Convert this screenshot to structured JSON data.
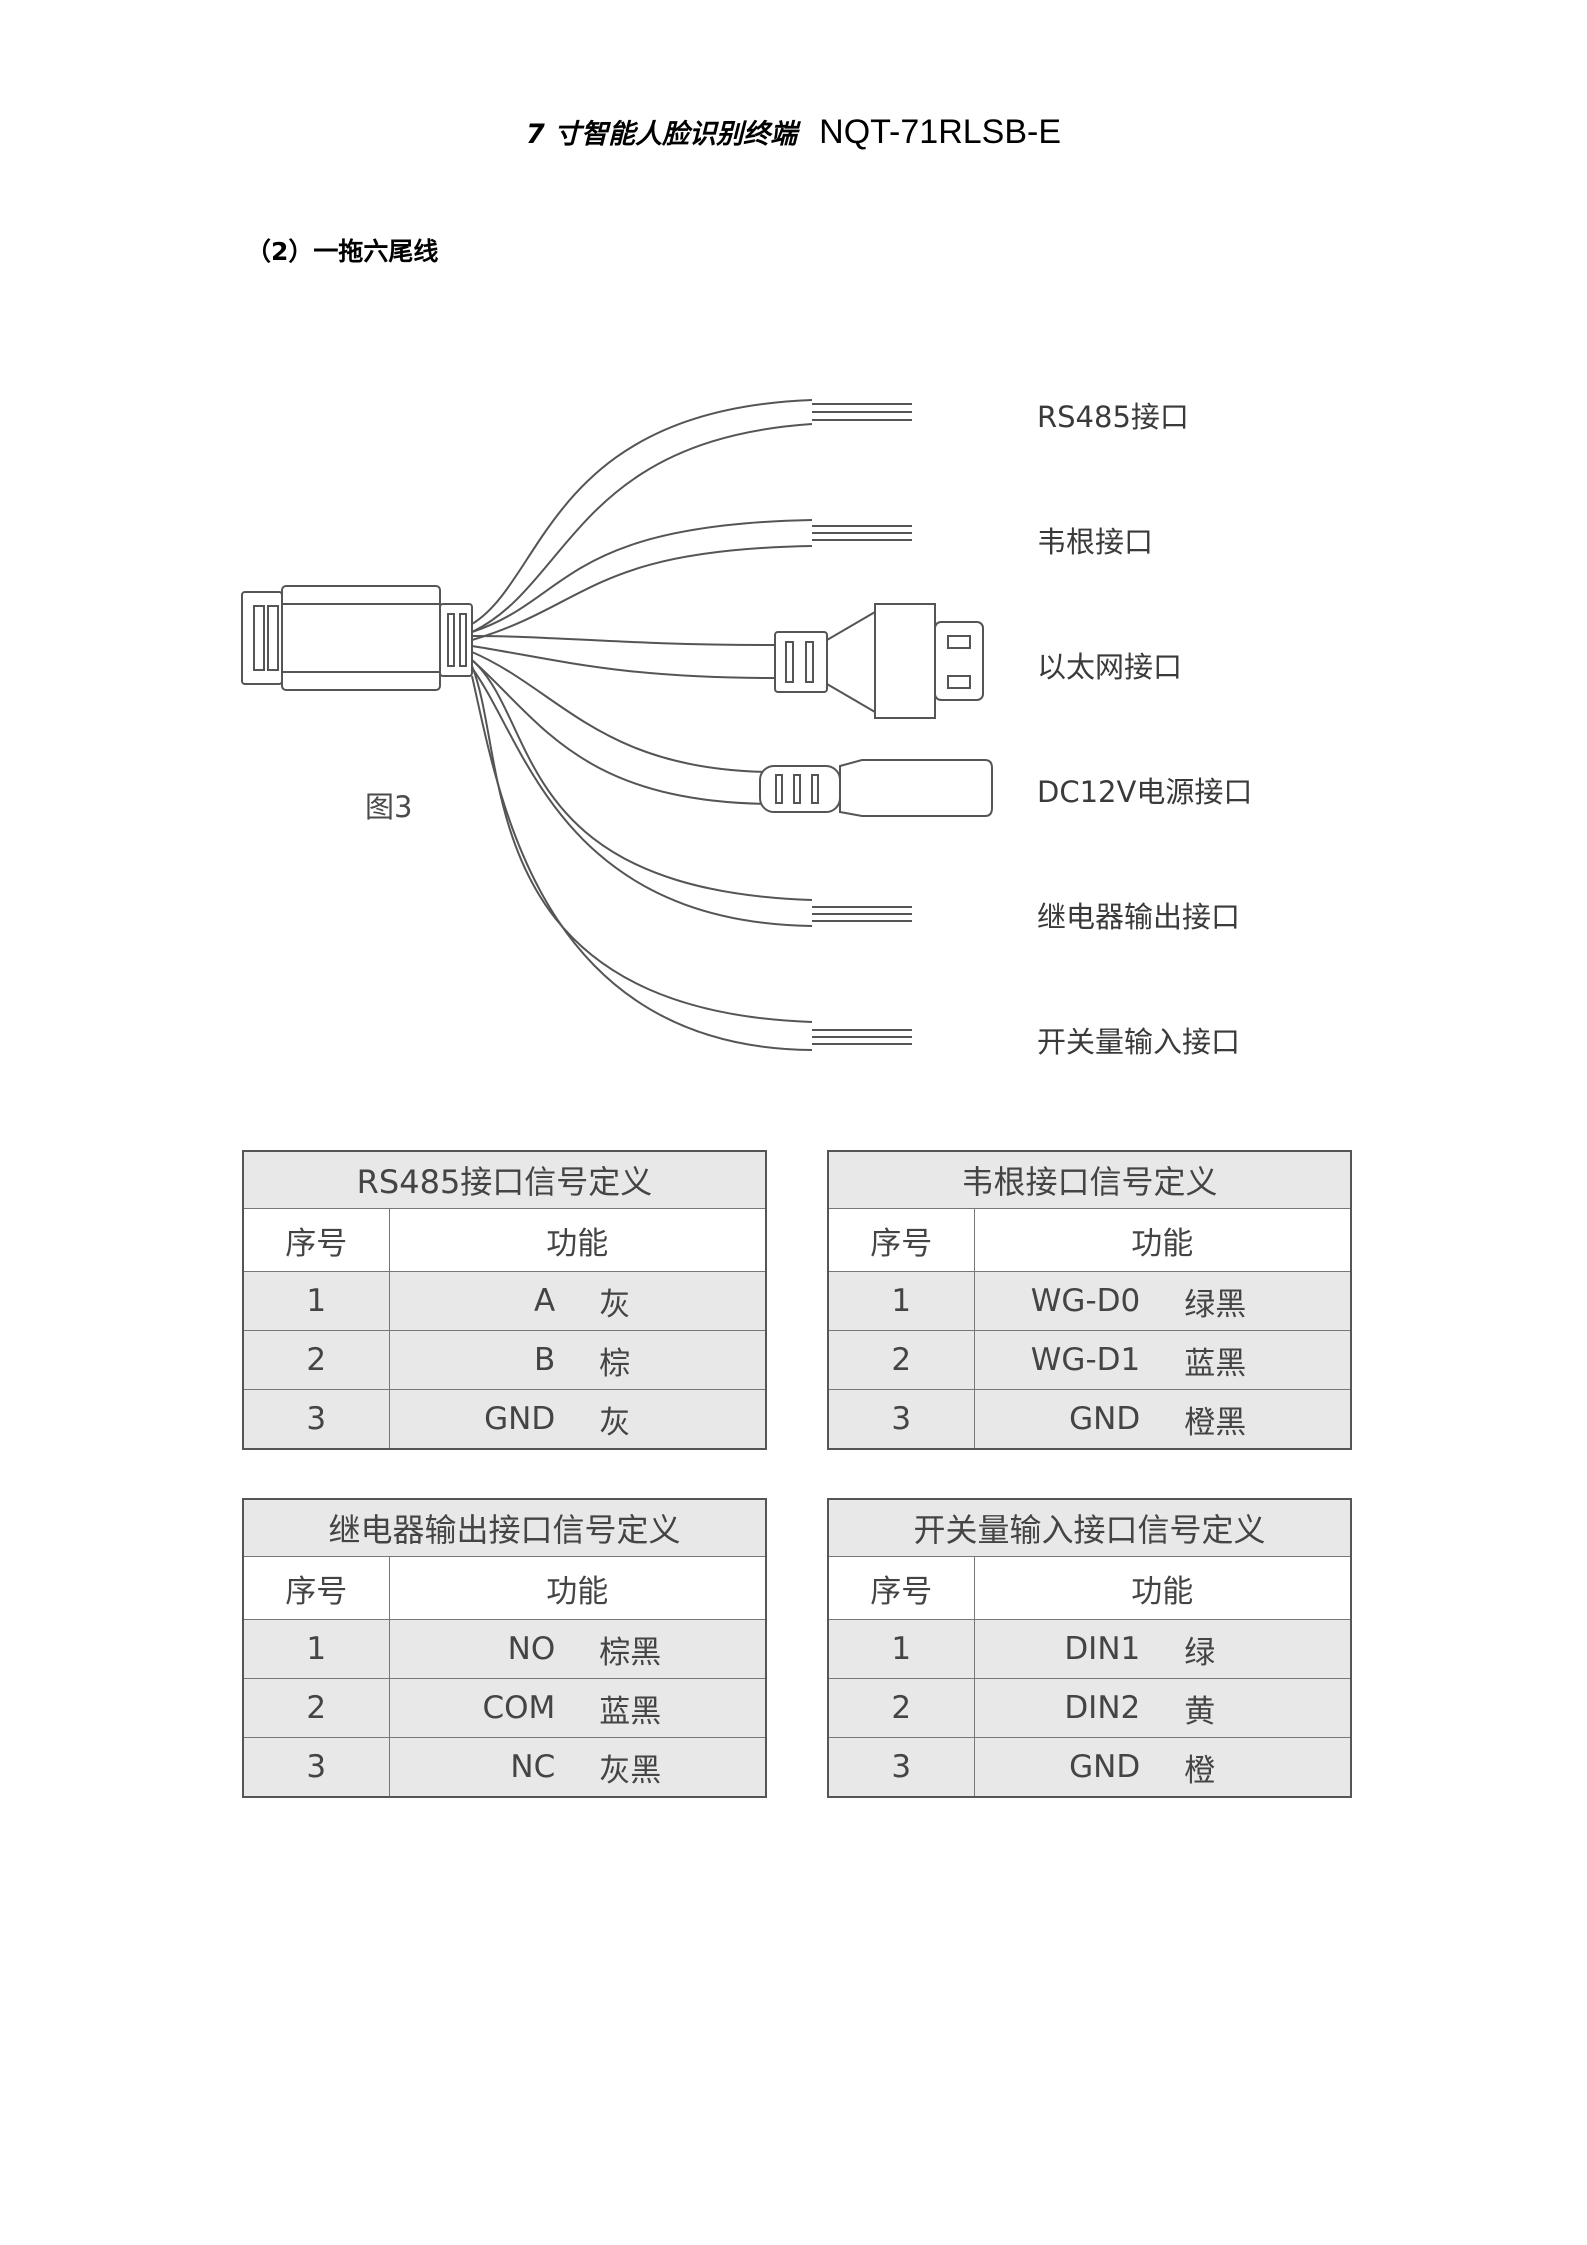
{
  "header": {
    "title_cn": "7 寸智能人脸识别终端",
    "model": "NQT-71RLSB-E"
  },
  "section": {
    "heading": "（2）一拖六尾线"
  },
  "figure": {
    "caption": "图3",
    "ports": [
      "RS485接口",
      "韦根接口",
      "以太网接口",
      "DC12V电源接口",
      "继电器输出接口",
      "开关量输入接口"
    ]
  },
  "tables": [
    {
      "title": "RS485接口信号定义",
      "col_index": "序号",
      "col_function": "功能",
      "rows": [
        {
          "no": "1",
          "code": "A",
          "color": "灰"
        },
        {
          "no": "2",
          "code": "B",
          "color": "棕"
        },
        {
          "no": "3",
          "code": "GND",
          "color": "灰"
        }
      ]
    },
    {
      "title": "韦根接口信号定义",
      "col_index": "序号",
      "col_function": "功能",
      "rows": [
        {
          "no": "1",
          "code": "WG-D0",
          "color": "绿黑"
        },
        {
          "no": "2",
          "code": "WG-D1",
          "color": "蓝黑"
        },
        {
          "no": "3",
          "code": "GND",
          "color": "橙黑"
        }
      ]
    },
    {
      "title": "继电器输出接口信号定义",
      "col_index": "序号",
      "col_function": "功能",
      "rows": [
        {
          "no": "1",
          "code": "NO",
          "color": "棕黑"
        },
        {
          "no": "2",
          "code": "COM",
          "color": "蓝黑"
        },
        {
          "no": "3",
          "code": "NC",
          "color": "灰黑"
        }
      ]
    },
    {
      "title": "开关量输入接口信号定义",
      "col_index": "序号",
      "col_function": "功能",
      "rows": [
        {
          "no": "1",
          "code": "DIN1",
          "color": "绿"
        },
        {
          "no": "2",
          "code": "DIN2",
          "color": "黄"
        },
        {
          "no": "3",
          "code": "GND",
          "color": "橙"
        }
      ]
    }
  ]
}
